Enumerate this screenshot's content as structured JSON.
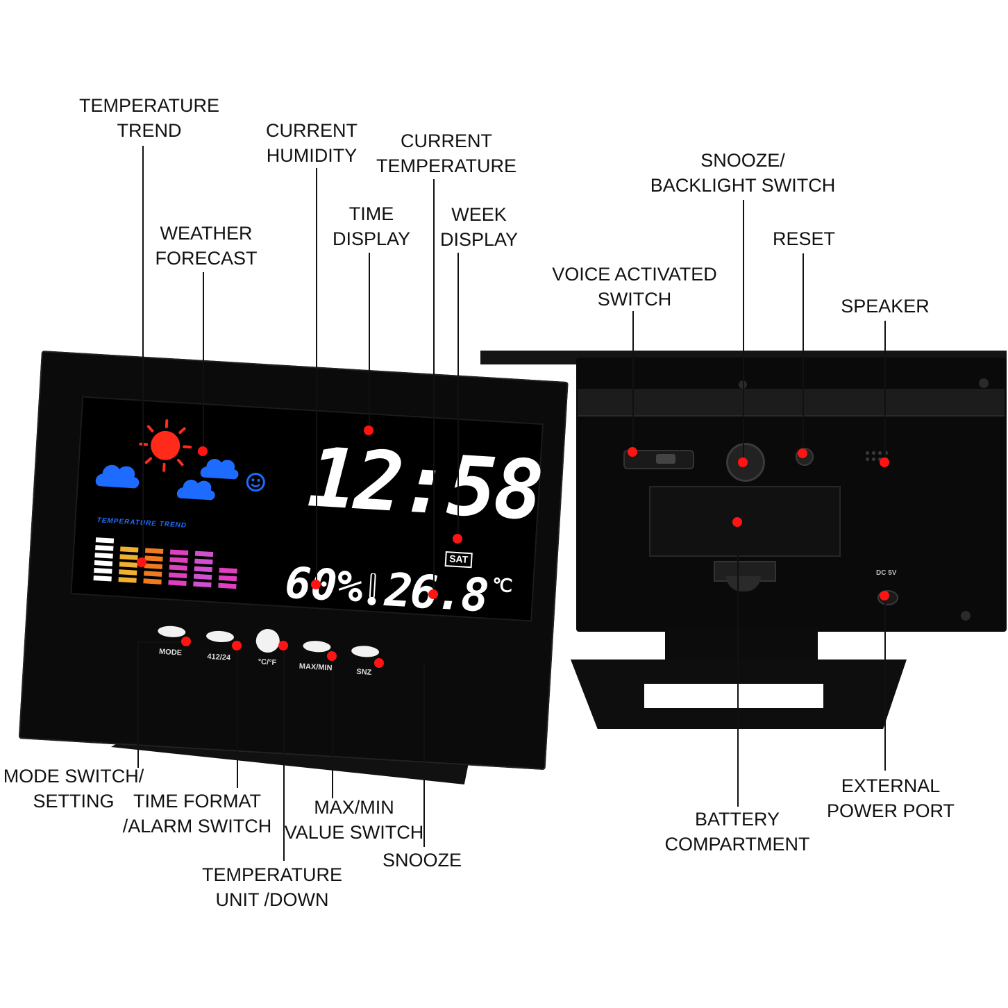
{
  "labels": {
    "temperature_trend": [
      "TEMPERATURE",
      "TREND"
    ],
    "current_humidity": [
      "CURRENT",
      "HUMIDITY"
    ],
    "current_temperature": [
      "CURRENT",
      "TEMPERATURE"
    ],
    "weather_forecast": [
      "WEATHER",
      "FORECAST"
    ],
    "time_display": [
      "TIME",
      "DISPLAY"
    ],
    "week_display": [
      "WEEK",
      "DISPLAY"
    ],
    "snooze_backlight_switch": [
      "SNOOZE/",
      "BACKLIGHT SWITCH"
    ],
    "reset": [
      "RESET"
    ],
    "voice_activated_switch": [
      "VOICE ACTIVATED",
      "SWITCH"
    ],
    "speaker": [
      "SPEAKER"
    ],
    "mode_switch_setting": [
      "MODE SWITCH/",
      "SETTING"
    ],
    "time_format_alarm_switch": [
      "TIME FORMAT",
      "/ALARM SWITCH"
    ],
    "max_min_value_switch": [
      "MAX/MIN",
      "VALUE SWITCH"
    ],
    "snooze": [
      "SNOOZE"
    ],
    "temperature_unit_down": [
      "TEMPERATURE",
      "UNIT /DOWN"
    ],
    "battery_compartment": [
      "BATTERY",
      "COMPARTMENT"
    ],
    "external_power_port": [
      "EXTERNAL",
      "POWER PORT"
    ]
  },
  "display": {
    "time": "12:58",
    "weekday": "SAT",
    "humidity": "60%",
    "temperature": "26.8",
    "temperature_unit": "℃",
    "trend_title": "TEMPERATURE TREND"
  },
  "buttons": [
    "MODE",
    "412/24",
    "°C/°F",
    "MAX/MIN",
    "SNZ"
  ],
  "back_port_label": "DC 5V",
  "colors": {
    "marker": "#ff1414",
    "sun": "#ff2a1a",
    "cloud": "#1e6cff",
    "bar_white": "#ffffff",
    "bar_yellow": "#f0b030",
    "bar_orange": "#f07a20",
    "bar_magenta": "#e040c0",
    "bar_pink": "#d050d0"
  },
  "icons": [
    "sun-icon",
    "cloud-icon",
    "smiley-icon",
    "thermometer-icon",
    "power-port-icon"
  ]
}
